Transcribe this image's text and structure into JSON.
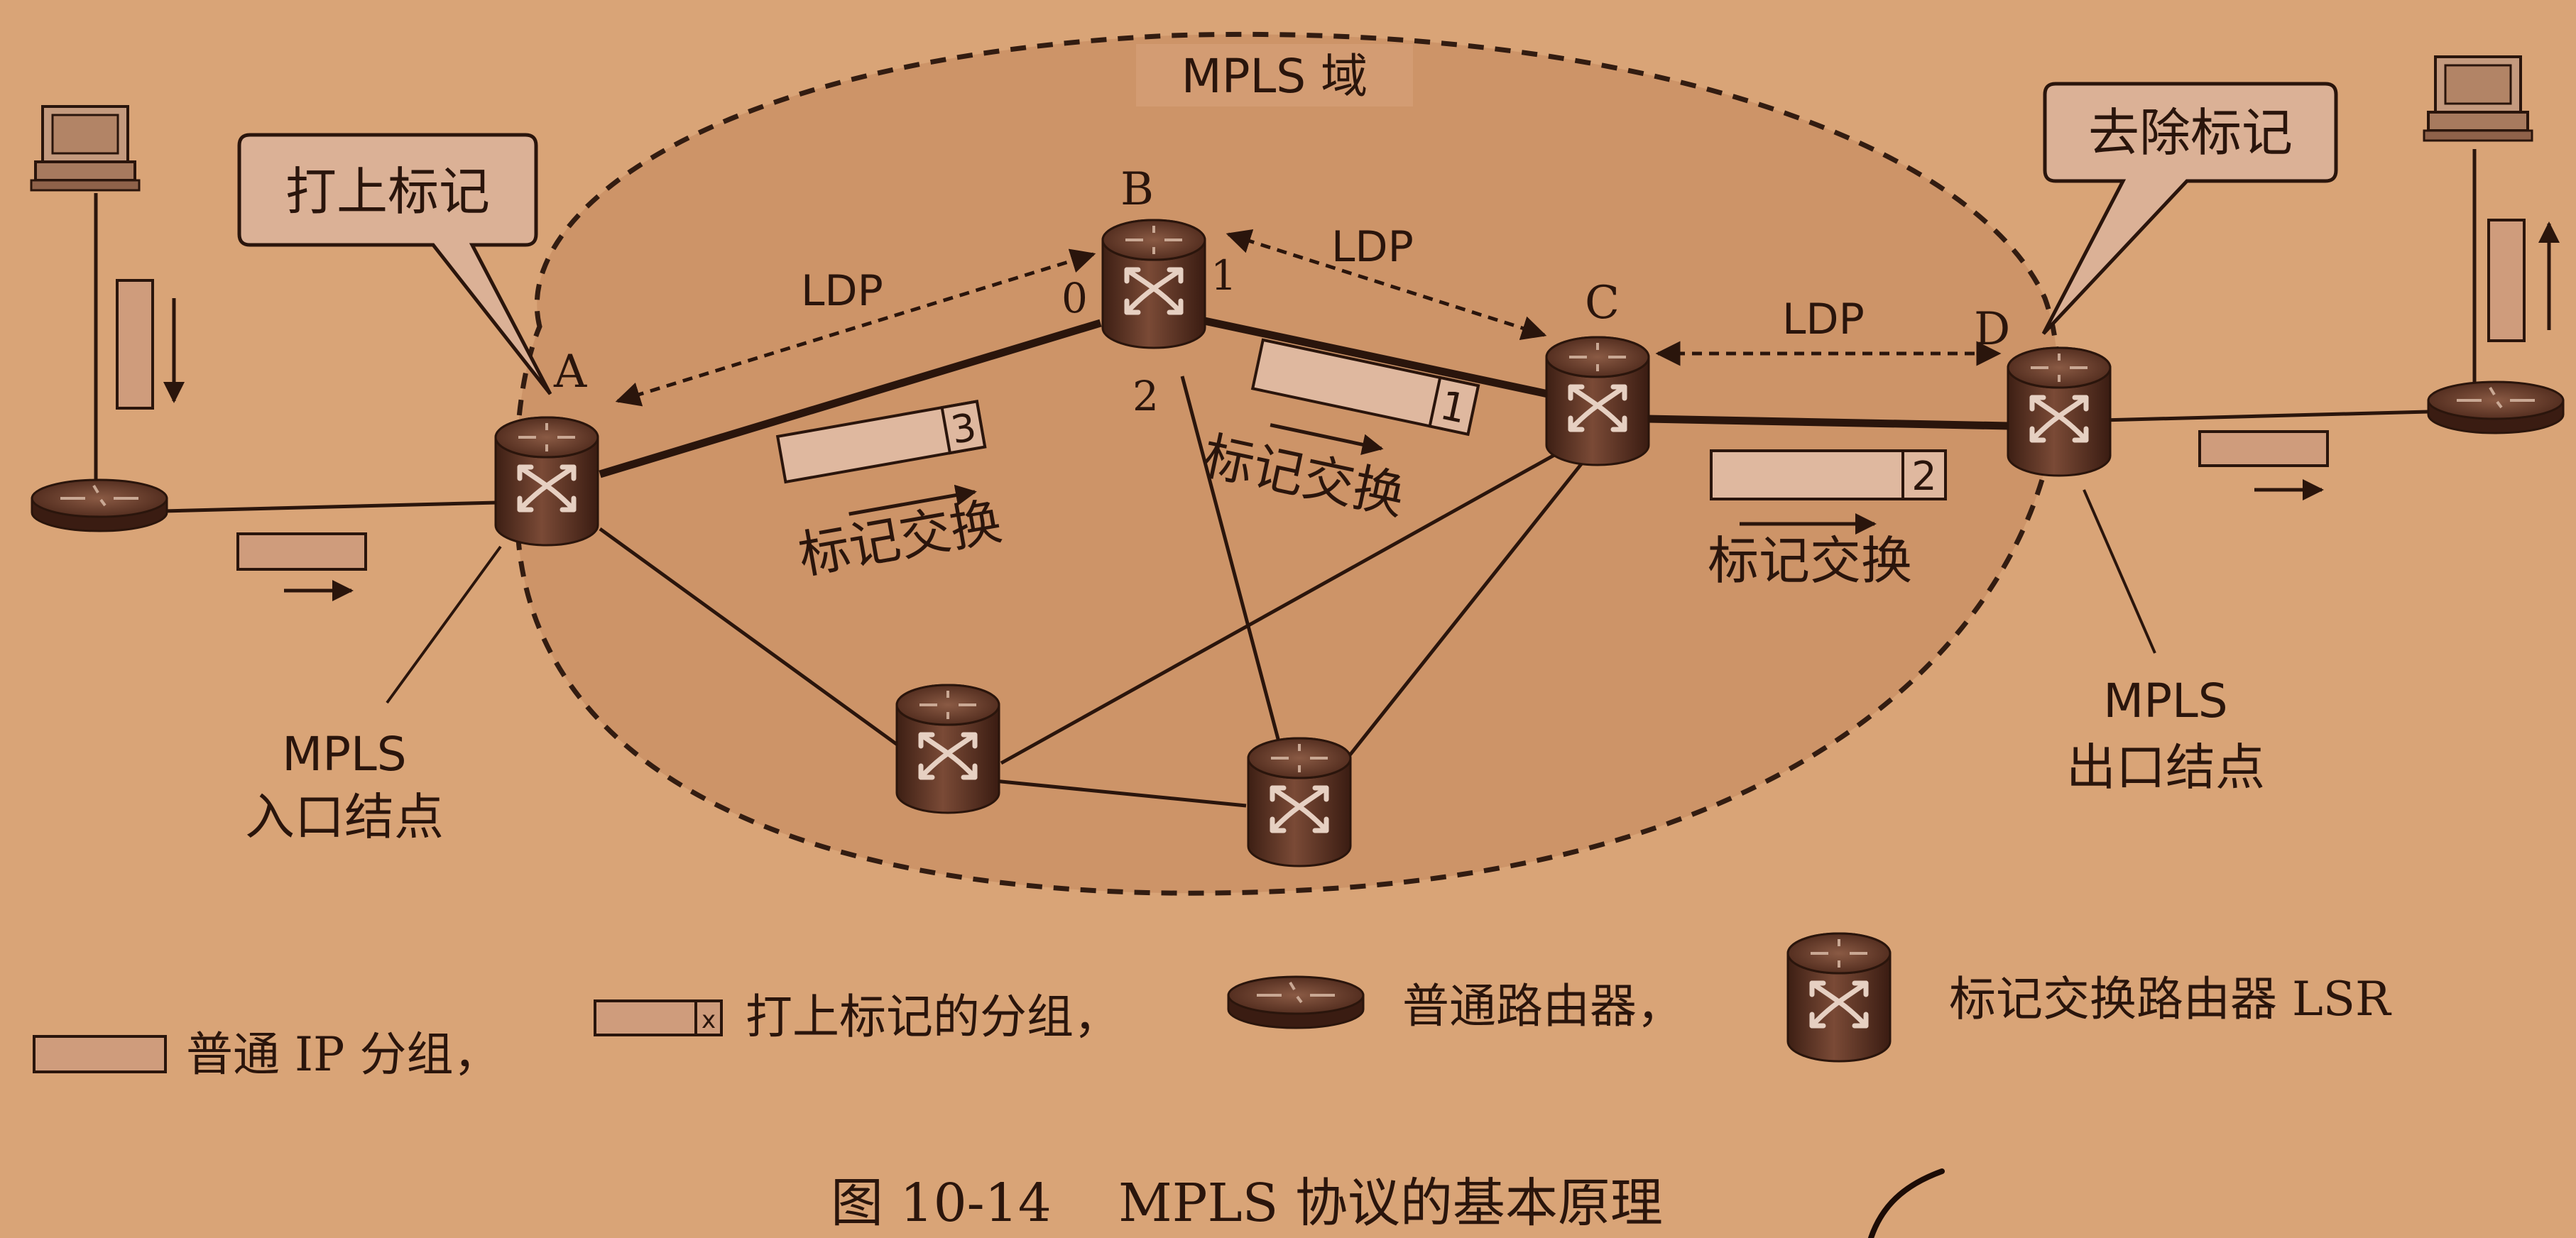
{
  "domain_label": "MPLS 域",
  "callouts": {
    "ingress_tag": "打上标记",
    "egress_untag": "去除标记"
  },
  "nodes": {
    "a": "A",
    "b": "B",
    "c": "C",
    "d": "D"
  },
  "ports": {
    "b0": "0",
    "b1": "1",
    "b2": "2"
  },
  "ldp": {
    "ab": "LDP",
    "bc": "LDP",
    "cd": "LDP"
  },
  "packets": {
    "ab_label": "3",
    "bc_label": "1",
    "cd_label": "2",
    "swap_text": "标记交换"
  },
  "ingress": {
    "line1": "MPLS",
    "line2": "入口结点"
  },
  "egress": {
    "line1": "MPLS",
    "line2": "出口结点"
  },
  "legend": {
    "ip_packet": "普通 IP 分组，",
    "tagged_mark": "x",
    "tagged_packet": "打上标记的分组，",
    "router": "普通路由器，",
    "lsr": "标记交换路由器 LSR"
  },
  "caption": "图 10-14    MPLS 协议的基本原理",
  "colors": {
    "background": "#d9a477",
    "ink": "#2a150c",
    "domain_fill": "#cd9468",
    "packet_fill": "#cf9c7c",
    "router_body": "#5a2f20"
  }
}
